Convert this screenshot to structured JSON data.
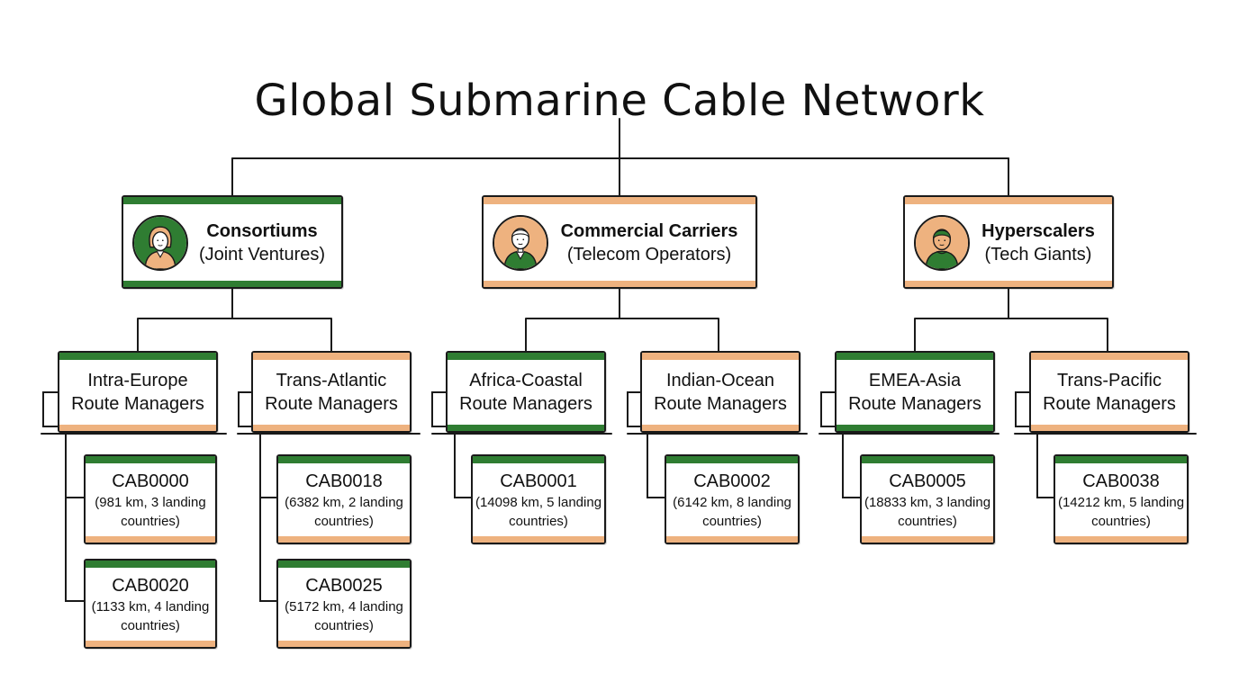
{
  "title": "Global Submarine Cable Network",
  "colors": {
    "green": "#2f7d32",
    "orange": "#eeb27f",
    "line": "#1a1a1a"
  },
  "groups": [
    {
      "name": "Consortiums",
      "subtitle": "(Joint Ventures)",
      "avatar_icon": "woman-avatar-icon",
      "top_color": "green",
      "bottom_color": "green",
      "managers": [
        {
          "line1": "Intra-Europe",
          "line2": "Route Managers",
          "top_color": "green",
          "bottom_color": "orange",
          "cables": [
            {
              "id": "CAB0000",
              "desc": "(981 km, 3 landing countries)",
              "top_color": "green",
              "bottom_color": "orange"
            },
            {
              "id": "CAB0020",
              "desc": "(1133 km, 4 landing countries)",
              "top_color": "green",
              "bottom_color": "orange"
            }
          ]
        },
        {
          "line1": "Trans-Atlantic",
          "line2": "Route Managers",
          "top_color": "orange",
          "bottom_color": "orange",
          "cables": [
            {
              "id": "CAB0018",
              "desc": "(6382 km, 2 landing countries)",
              "top_color": "green",
              "bottom_color": "orange"
            },
            {
              "id": "CAB0025",
              "desc": "(5172 km, 4 landing countries)",
              "top_color": "green",
              "bottom_color": "orange"
            }
          ]
        }
      ]
    },
    {
      "name": "Commercial Carriers",
      "subtitle": "(Telecom Operators)",
      "avatar_icon": "man-avatar-icon",
      "top_color": "orange",
      "bottom_color": "orange",
      "managers": [
        {
          "line1": "Africa-Coastal",
          "line2": "Route Managers",
          "top_color": "green",
          "bottom_color": "green",
          "cables": [
            {
              "id": "CAB0001",
              "desc": "(14098 km, 5 landing countries)",
              "top_color": "green",
              "bottom_color": "orange"
            }
          ]
        },
        {
          "line1": "Indian-Ocean",
          "line2": "Route Managers",
          "top_color": "orange",
          "bottom_color": "orange",
          "cables": [
            {
              "id": "CAB0002",
              "desc": "(6142 km, 8 landing countries)",
              "top_color": "green",
              "bottom_color": "orange"
            }
          ]
        }
      ]
    },
    {
      "name": "Hyperscalers",
      "subtitle": "(Tech Giants)",
      "avatar_icon": "person-avatar-icon",
      "top_color": "orange",
      "bottom_color": "orange",
      "managers": [
        {
          "line1": "EMEA-Asia",
          "line2": "Route Managers",
          "top_color": "green",
          "bottom_color": "green",
          "cables": [
            {
              "id": "CAB0005",
              "desc": "(18833 km, 3 landing countries)",
              "top_color": "green",
              "bottom_color": "orange"
            }
          ]
        },
        {
          "line1": "Trans-Pacific",
          "line2": "Route Managers",
          "top_color": "orange",
          "bottom_color": "orange",
          "cables": [
            {
              "id": "CAB0038",
              "desc": "(14212 km, 5 landing countries)",
              "top_color": "green",
              "bottom_color": "orange"
            }
          ]
        }
      ]
    }
  ]
}
